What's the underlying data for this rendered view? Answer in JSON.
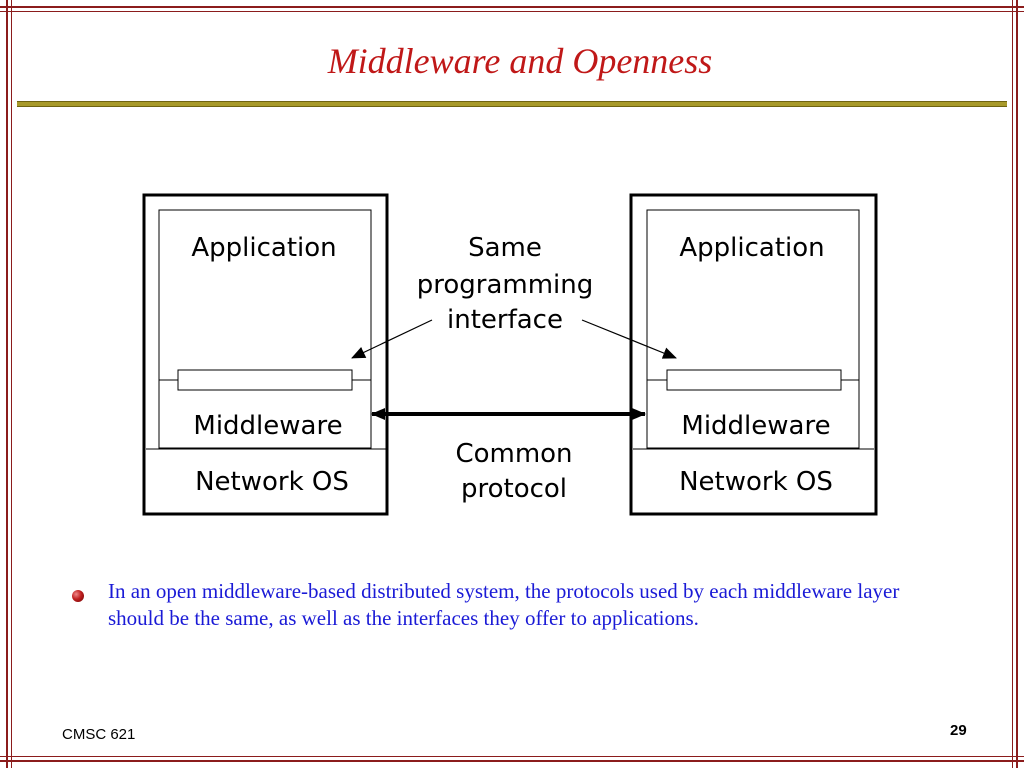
{
  "slide": {
    "title": "Middleware and Openness",
    "bullet_text": "In an open middleware-based distributed system, the protocols used by each middleware layer should be the same, as well as the interfaces they offer to applications.",
    "footer_left": "CMSC 621",
    "page_number": "29"
  },
  "diagram": {
    "left_stack": {
      "application": "Application",
      "middleware": "Middleware",
      "network_os": "Network OS"
    },
    "right_stack": {
      "application": "Application",
      "middleware": "Middleware",
      "network_os": "Network OS"
    },
    "interface_label_line1": "Same",
    "interface_label_line2": "programming",
    "interface_label_line3": "interface",
    "protocol_label_line1": "Common",
    "protocol_label_line2": "protocol"
  },
  "colors": {
    "title": "#c01818",
    "body_text": "#1a1ad6",
    "frame": "#8b1c1c",
    "title_rule": "#a89a2a"
  }
}
